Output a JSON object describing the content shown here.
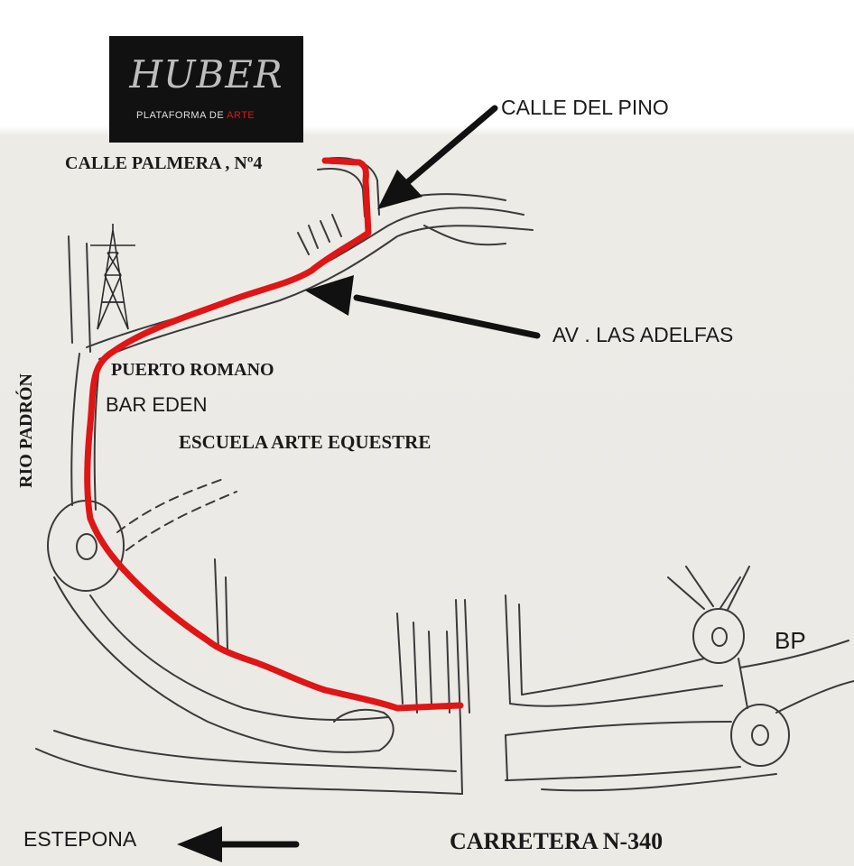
{
  "logo": {
    "mark": "HUBER",
    "subtitle": "PLATAFORMA DE",
    "subtitle_accent": "ARTE"
  },
  "labels": {
    "calle_palmera": "CALLE PALMERA , Nº4",
    "calle_del_pino": "CALLE DEL PINO",
    "av_las_adelfas": "AV . LAS ADELFAS",
    "puerto_romano": "PUERTO ROMANO",
    "bar_eden": "BAR EDEN",
    "escuela": "ESCUELA ARTE EQUESTRE",
    "rio_padron": "RIO PADRÓN",
    "bp": "BP",
    "estepona": "ESTEPONA",
    "carretera": "CARRETERA N-340"
  },
  "colors": {
    "route": "#e01515",
    "ink": "#1a1a1a",
    "road": "#3a3a3a",
    "logo_bg": "#111111"
  }
}
